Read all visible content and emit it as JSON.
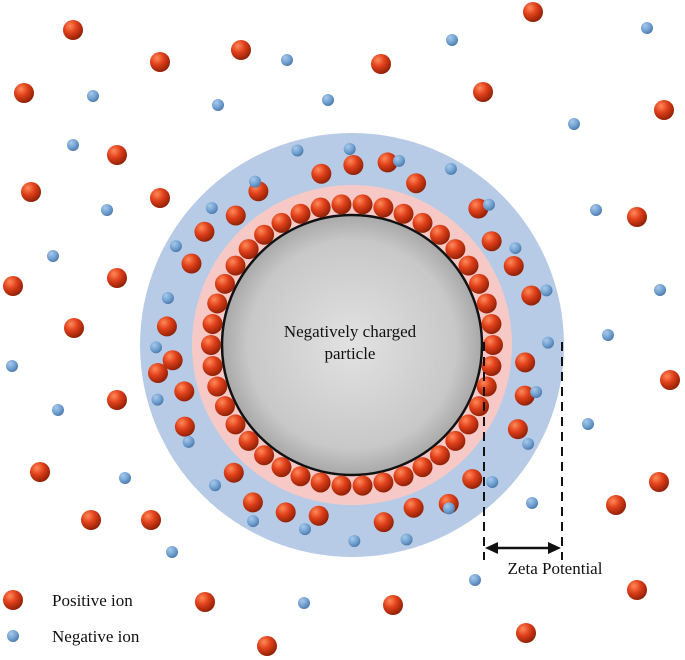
{
  "particle_label_line1": "Negatively charged",
  "particle_label_line2": "particle",
  "zeta_label": "Zeta Potential",
  "legend": [
    {
      "label": "Positive ion",
      "icon": "positive-ion-icon"
    },
    {
      "label": "Negative ion",
      "icon": "negative-ion-icon"
    }
  ],
  "colors": {
    "positive_ion": "#e0401a",
    "negative_ion": "#6e9fd0",
    "diffuse_layer": "#b7cbe6",
    "stern_layer": "#f7c9c6",
    "particle": "#c8c8c8"
  }
}
